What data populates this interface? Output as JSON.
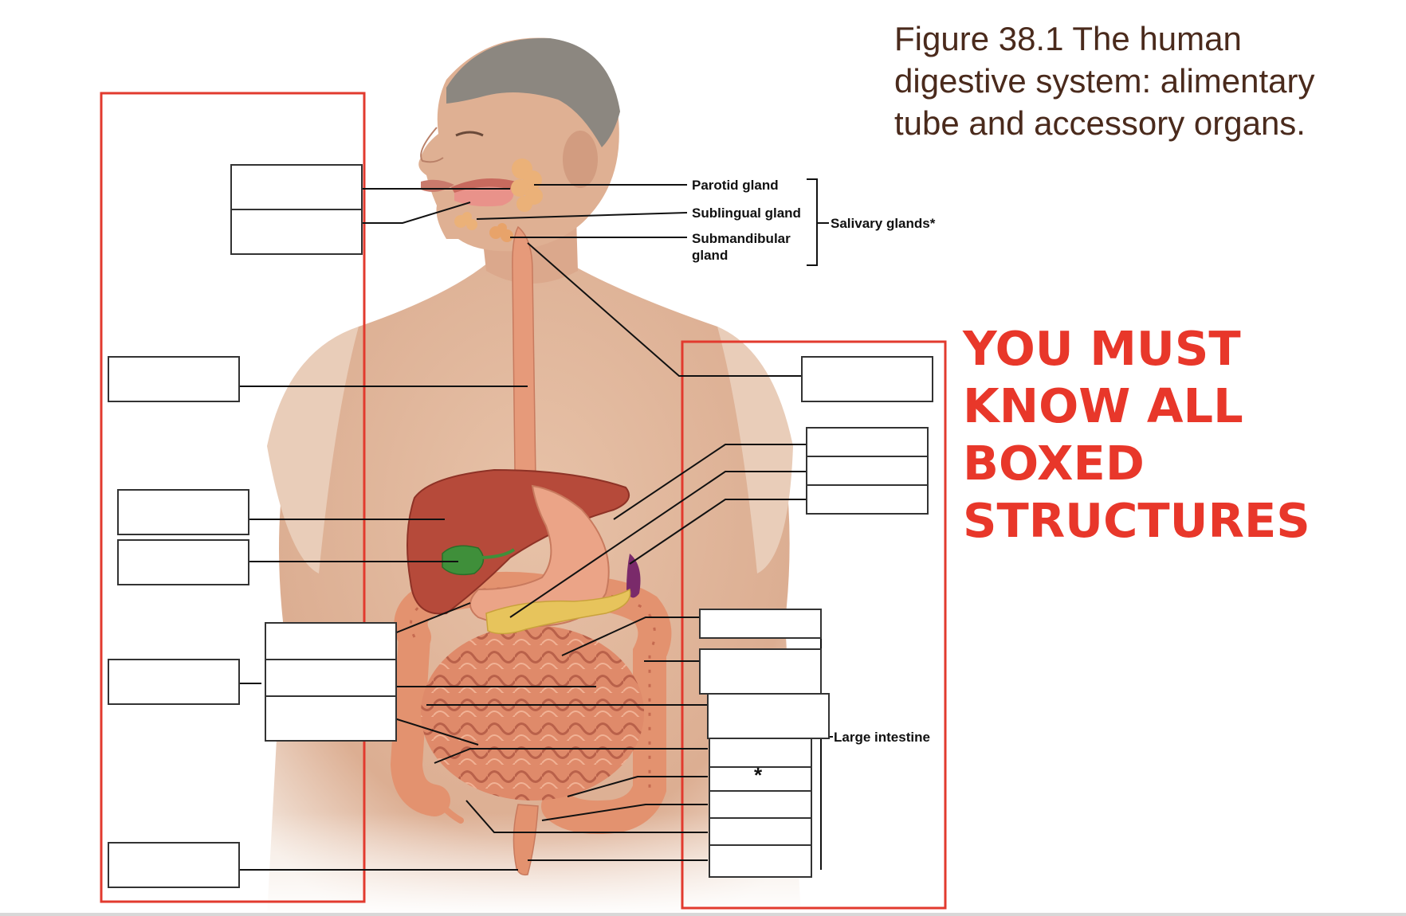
{
  "figure": {
    "caption_lines": [
      "Figure 38.1 The human",
      "digestive system: alimentary",
      "tube and accessory organs."
    ]
  },
  "notice": {
    "lines": [
      "YOU MUST",
      "KNOW ALL",
      "BOXED",
      "STRUCTURES"
    ],
    "color": "#e8372a"
  },
  "labels": {
    "parotid": "Parotid gland",
    "sublingual": "Sublingual gland",
    "submandibular_1": "Submandibular",
    "submandibular_2": "gland",
    "salivary": "Salivary glands*",
    "large_intestine": "Large intestine",
    "asterisk": "*"
  },
  "colors": {
    "frame": "#e23a2e",
    "skin": "#e8c3a8",
    "tract": "#e58f6f",
    "liver": "#b84a3a",
    "gallbladder": "#3f8f3a",
    "pancreas": "#e6c35a",
    "spleen": "#7a2a6a"
  }
}
